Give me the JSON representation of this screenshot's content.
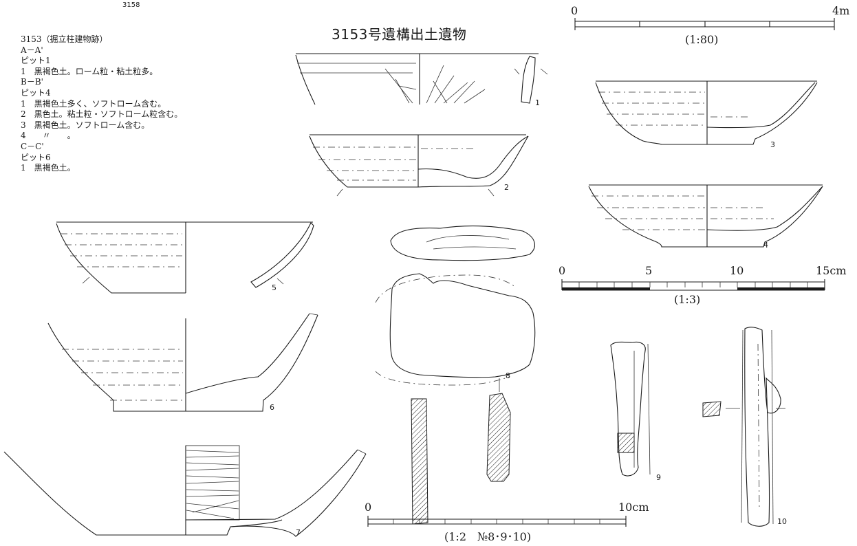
{
  "page_number": "3158",
  "figure_title": "3153号遺構出土遺物",
  "legend": {
    "lines": [
      "3153（掘立柱建物跡）",
      "A－A'",
      "ピット1",
      "1　黒褐色土。ローム粒・粘土粒多。",
      "B－B'",
      "ピット4",
      "1　黒褐色土多く、ソフトローム含む。",
      "2　黒色土。粘土粒・ソフトローム粒含む。",
      "3　黒褐色土。ソフトローム含む。",
      "4　　〃　　。",
      "C－C'",
      "ピット6",
      "1　黒褐色土。"
    ]
  },
  "scale_bars": {
    "site": {
      "start": "0",
      "end": "4m",
      "ratio": "(1:80)"
    },
    "pottery": {
      "start": "0",
      "mid1": "5",
      "mid2": "10",
      "end": "15cm",
      "ratio": "(1:3)"
    },
    "artifacts": {
      "start": "0",
      "end": "10cm",
      "ratio": "(1:2　№8･9･10)"
    }
  },
  "artifact_numbers": [
    "1",
    "2",
    "3",
    "4",
    "5",
    "6",
    "7",
    "8",
    "9",
    "10"
  ],
  "colors": {
    "ink": "#1a1a1a",
    "paper": "#ffffff"
  }
}
